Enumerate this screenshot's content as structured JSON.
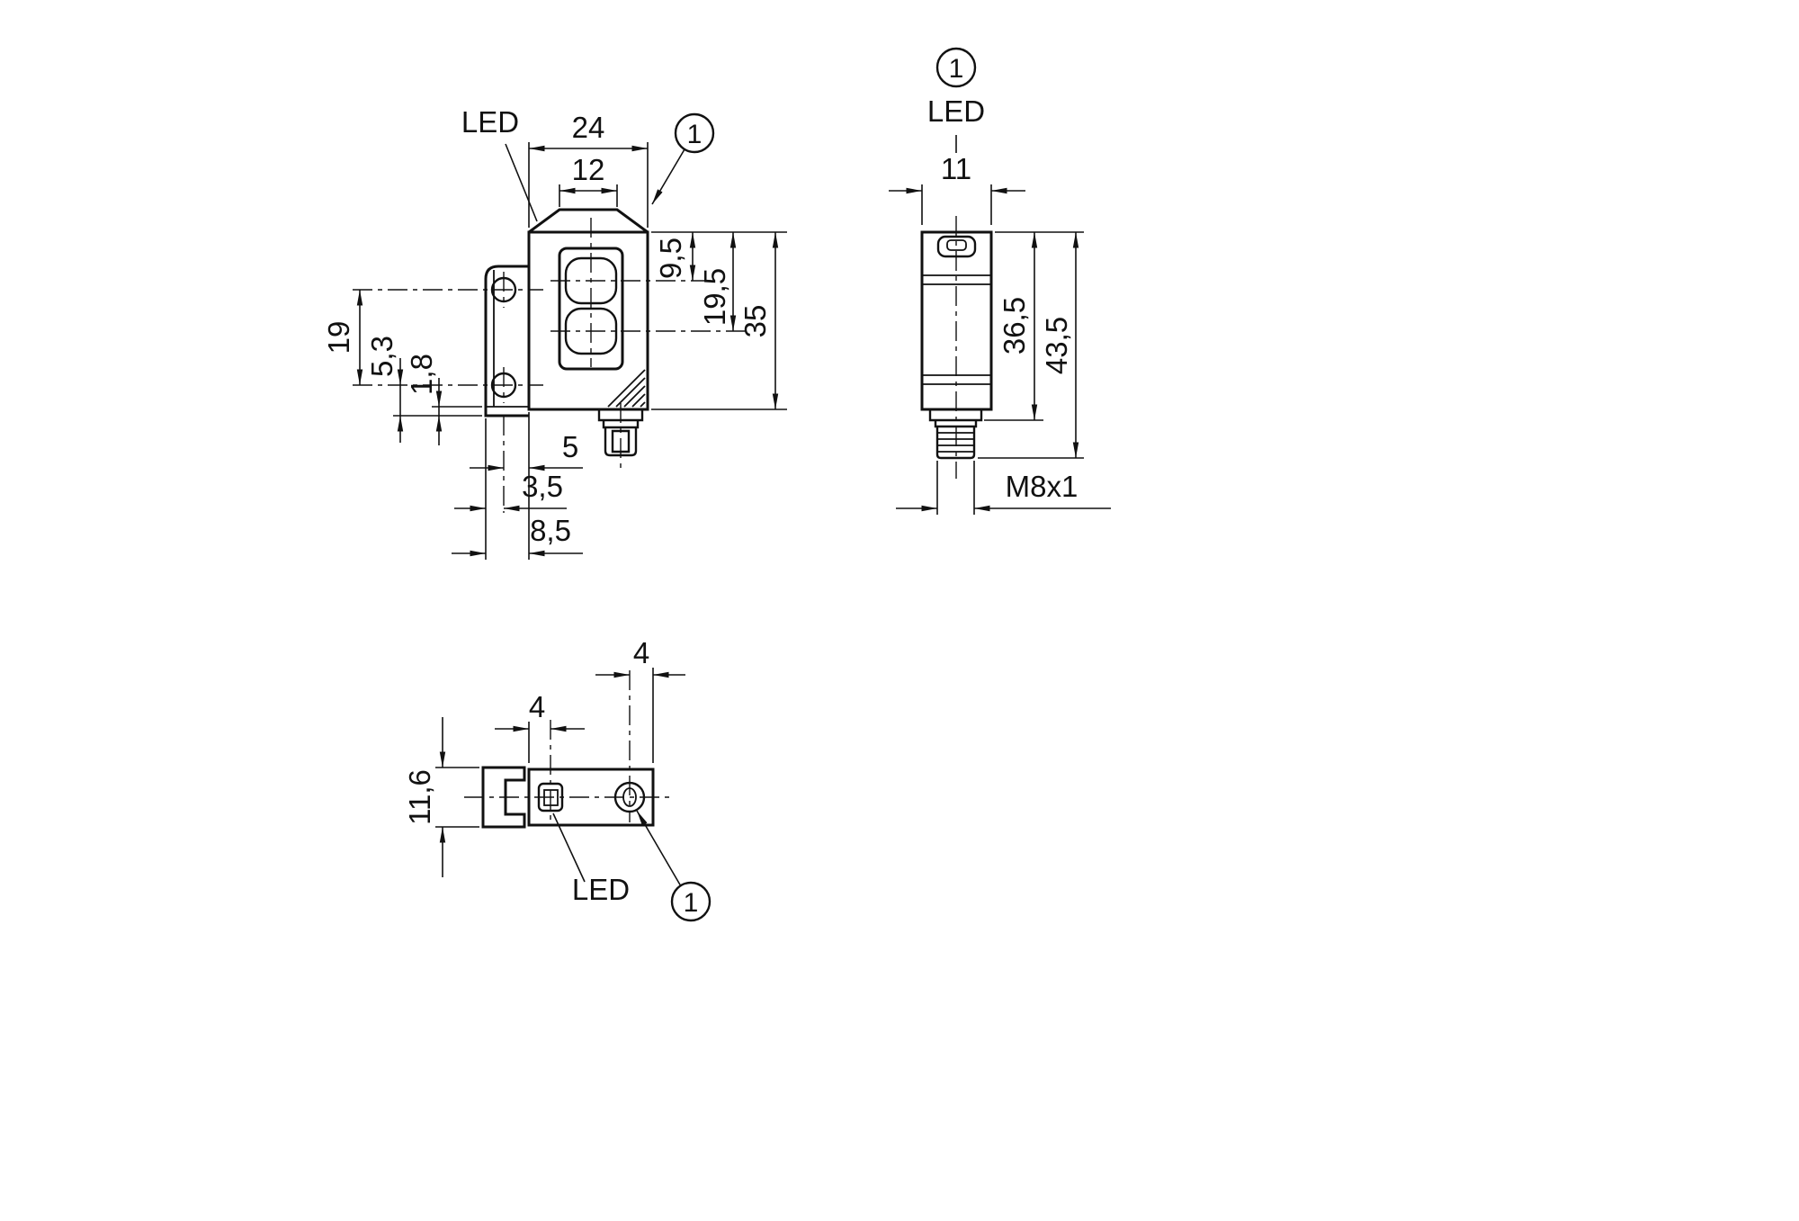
{
  "drawing": {
    "background": "#ffffff",
    "line_color": "#111111",
    "views": {
      "front": {
        "led_label": "LED",
        "callout": "1",
        "dims": {
          "width": "24",
          "top_width": "12",
          "lens1_from_top": "9,5",
          "lens2_from_top": "19,5",
          "height": "35",
          "hole_spacing": "19",
          "hole_to_bottom": "5,3",
          "bracket_thickness": "1,8",
          "hole_to_face": "5",
          "edge_to_hole": "3,5",
          "bracket_width": "8,5"
        }
      },
      "side": {
        "callout": "1",
        "led_label": "LED",
        "dims": {
          "width": "11",
          "body_length": "36,5",
          "total_length": "43,5",
          "thread": "M8x1"
        }
      },
      "bottom": {
        "led_label": "LED",
        "callout": "1",
        "dims": {
          "led_offset": "4",
          "connector_offset": "4",
          "depth": "11,6"
        }
      }
    }
  }
}
